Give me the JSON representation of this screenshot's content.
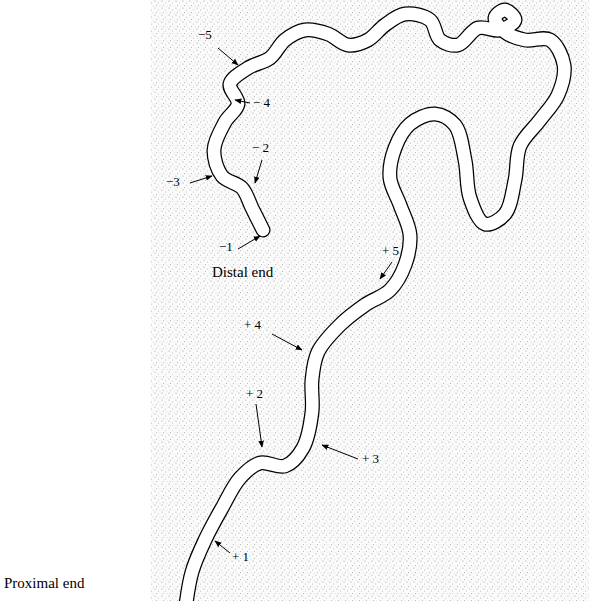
{
  "diagram": {
    "labels": [
      "−5",
      "− 4",
      "−3",
      "− 2",
      "−1",
      "Distal end",
      "+ 5",
      "+ 4",
      "+ 2",
      "+ 3",
      "+ 1",
      "Proximal end"
    ]
  }
}
